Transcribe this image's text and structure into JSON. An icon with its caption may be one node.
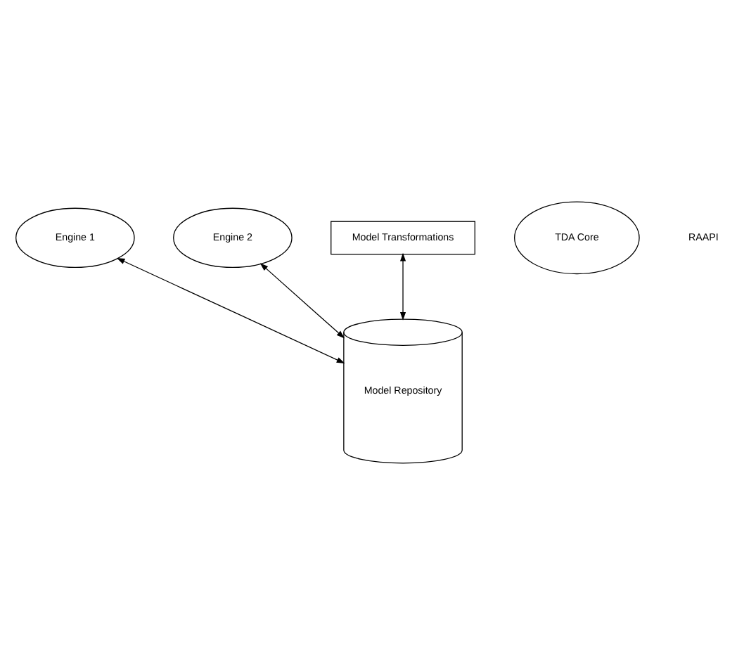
{
  "diagram": {
    "nodes": [
      {
        "text": [
          "Engine 1"
        ]
      },
      {
        "text": [
          "Engine 2"
        ]
      },
      {
        "text": [
          "Model Transformations"
        ]
      },
      {
        "text": [
          "TDA Core"
        ]
      },
      {
        "text": [
          "Model Repository"
        ]
      }
    ],
    "edges": [
      {
        "from": 4,
        "to": 0,
        "arrow": "both"
      },
      {
        "from": 4,
        "to": 1,
        "arrow": "both"
      },
      {
        "from": 4,
        "to": 2,
        "arrow": "both"
      }
    ],
    "labels": [
      "RAAPI"
    ]
  }
}
